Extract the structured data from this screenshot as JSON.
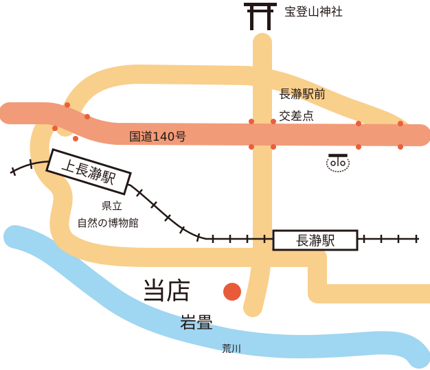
{
  "labels": {
    "shrine": "宝登山神社",
    "intersection_line1": "長瀞駅前",
    "intersection_line2": "交差点",
    "route": "国道140号",
    "station_kaminagatoro": "上長瀞駅",
    "museum_line1": "県立",
    "museum_line2": "自然の博物館",
    "station_nagatoro": "長瀞駅",
    "store": "当店",
    "iwadatami": "岩畳",
    "river": "荒川"
  },
  "icons": [
    "torii-icon",
    "post-office-face-icon",
    "store-marker-icon",
    "traffic-signal-dot-icon"
  ],
  "colors": {
    "road": "#f9cf8c",
    "highway": "#f19b78",
    "river": "#9fd6f2",
    "signal": "#e9603c",
    "store": "#e85a3a"
  }
}
